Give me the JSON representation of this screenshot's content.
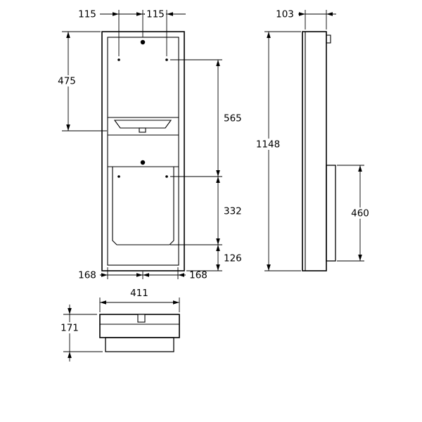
{
  "front_view": {
    "top_left_offset": "115",
    "top_right_offset": "115",
    "upper_height": "475",
    "mid_height": "565",
    "lower_height": "332",
    "bottom_height": "126",
    "bottom_left_offset": "168",
    "bottom_right_offset": "168"
  },
  "side_view": {
    "depth": "103",
    "total_height": "1148",
    "recess_height": "460"
  },
  "bottom_view": {
    "width": "411",
    "depth": "171"
  },
  "colors": {
    "line": "#000000",
    "background": "#ffffff"
  }
}
